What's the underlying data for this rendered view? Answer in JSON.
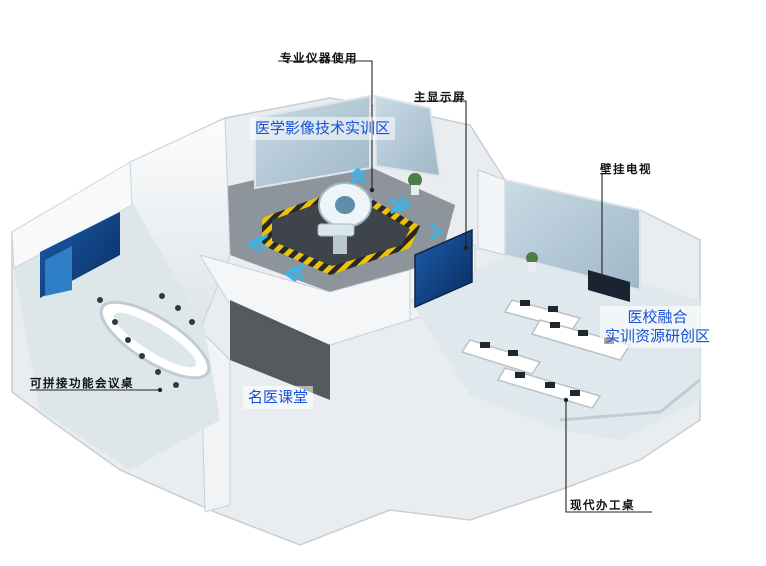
{
  "callouts": {
    "instrument_use": "专业仪器使用",
    "main_screen": "主显示屏",
    "wall_tv": "壁挂电视",
    "modular_table": "可拼接功能会议桌",
    "office_desk": "现代办工桌"
  },
  "zones": {
    "imaging_lab": "医学影像技术实训区",
    "classroom": "名医课堂",
    "resource_lab_line1": "医校融合",
    "resource_lab_line2": "实训资源研创区"
  },
  "colors": {
    "zone_text": "#1550d8",
    "wall": "#eef1f3",
    "floor_light": "#e3ecef",
    "floor_dark": "#4a4f55",
    "hazard": "#f2c400",
    "screen": "#0f3f82",
    "chevron": "#39b6e8"
  }
}
